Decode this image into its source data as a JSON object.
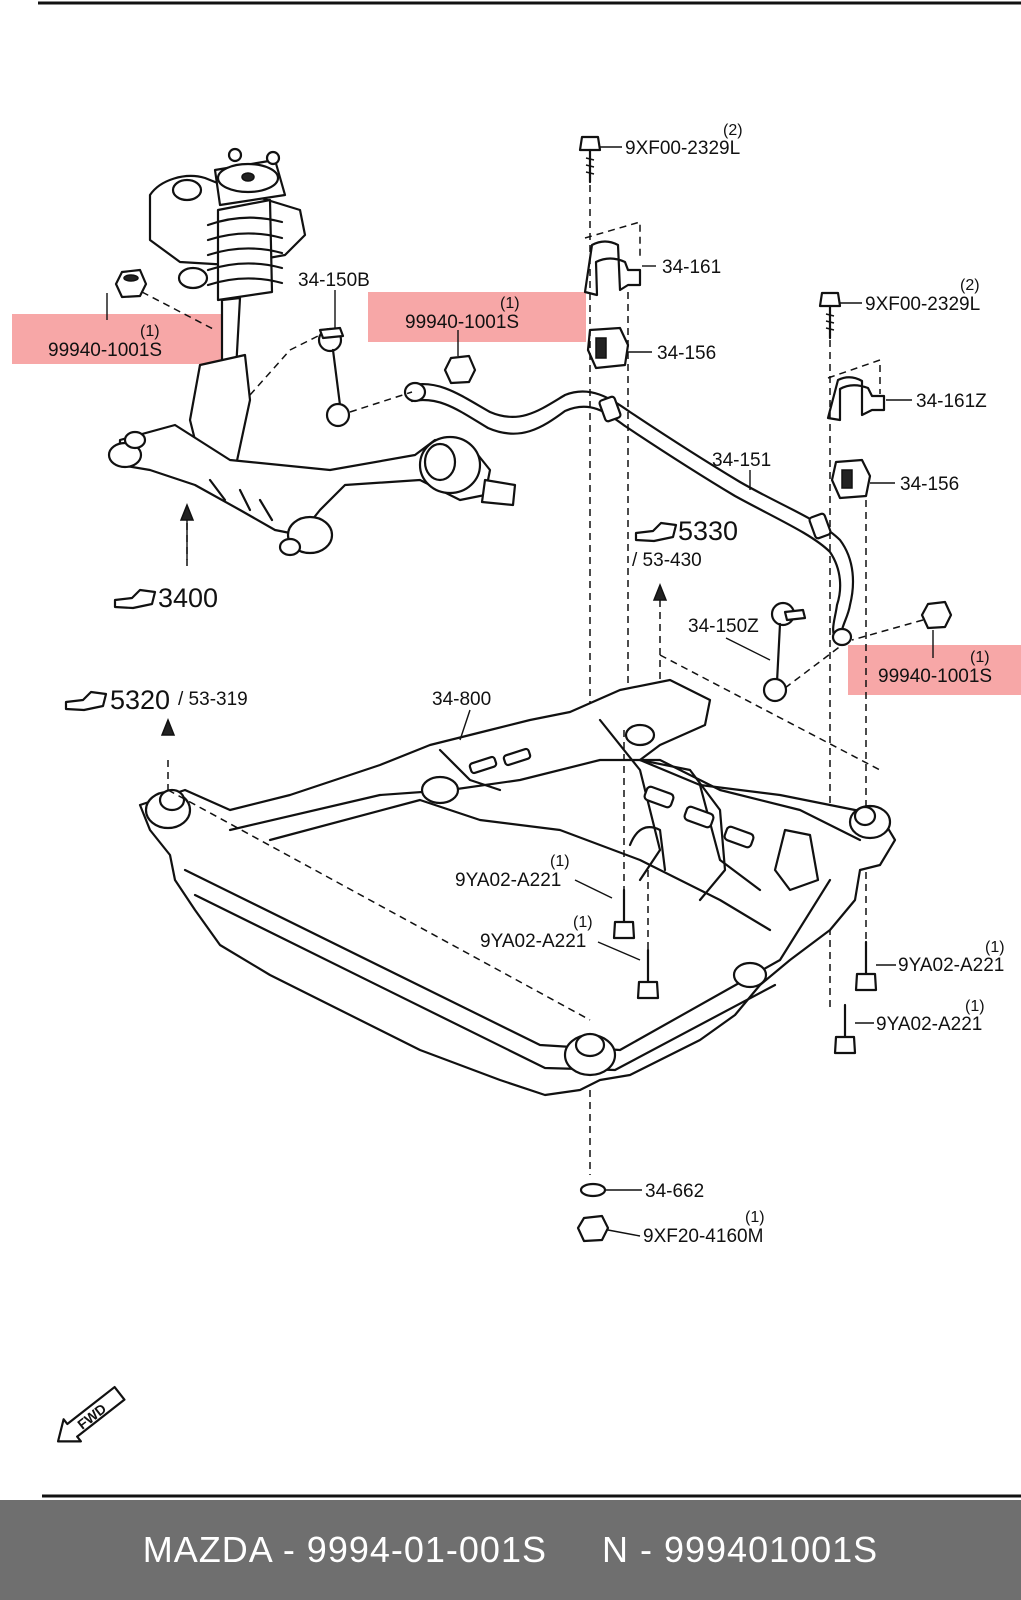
{
  "callouts": {
    "bolt_top_center": {
      "code": "9XF00-2329L",
      "qty": "(2)"
    },
    "bracket_center": {
      "code": "34-161"
    },
    "bushing_center": {
      "code": "34-156"
    },
    "bolt_top_right": {
      "code": "9XF00-2329L",
      "qty": "(2)"
    },
    "bracket_right": {
      "code": "34-161Z"
    },
    "bushing_right": {
      "code": "34-156"
    },
    "stabilizer": {
      "code": "34-151"
    },
    "link_left": {
      "code": "34-150B"
    },
    "link_right": {
      "code": "34-150Z"
    },
    "nut_left": {
      "code": "99940-1001S",
      "qty": "(1)"
    },
    "nut_center": {
      "code": "99940-1001S",
      "qty": "(1)"
    },
    "nut_right": {
      "code": "99940-1001S",
      "qty": "(1)"
    },
    "crossmember": {
      "code": "34-800"
    },
    "bolt_a221_1": {
      "code": "9YA02-A221",
      "qty": "(1)"
    },
    "bolt_a221_2": {
      "code": "9YA02-A221",
      "qty": "(1)"
    },
    "bolt_a221_3": {
      "code": "9YA02-A221",
      "qty": "(1)"
    },
    "bolt_a221_4": {
      "code": "9YA02-A221",
      "qty": "(1)"
    },
    "washer": {
      "code": "34-662"
    },
    "nut_bottom": {
      "code": "9XF20-4160M",
      "qty": "(1)"
    }
  },
  "refs": {
    "ref_3400": {
      "main": "3400"
    },
    "ref_5330": {
      "main": "5330",
      "sub": "/ 53-430"
    },
    "ref_5320": {
      "main": "5320",
      "sub": "/ 53-319"
    }
  },
  "fwd_label": "FWD",
  "highlight_color": "#f48a8a",
  "footer": {
    "text": "MAZDA - 9994-01-001S     N - 999401001S"
  }
}
